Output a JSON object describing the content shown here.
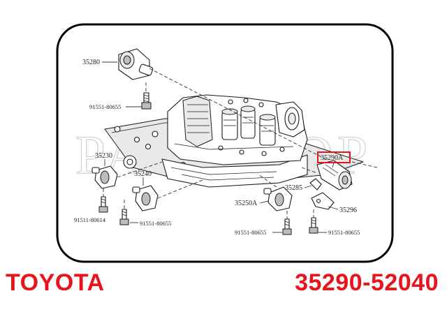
{
  "watermark": "PARTSTOP",
  "brand": "TOYOTA",
  "part_number": "35290-52040",
  "highlight_color": "#e8141c",
  "highlighted_callout": "35290A",
  "callouts": {
    "c35280": "35280",
    "c35230": "35230",
    "c35240": "35240",
    "c35250A": "35250A",
    "c35285": "35285",
    "c35296": "35296",
    "c35290A": "35290A"
  },
  "bolts": {
    "b_top": "91551-80655",
    "b_left": "91511-80614",
    "b_mid": "91551-80655",
    "b_bottom_left": "91551-80655",
    "b_bottom_right": "91551-80655"
  }
}
